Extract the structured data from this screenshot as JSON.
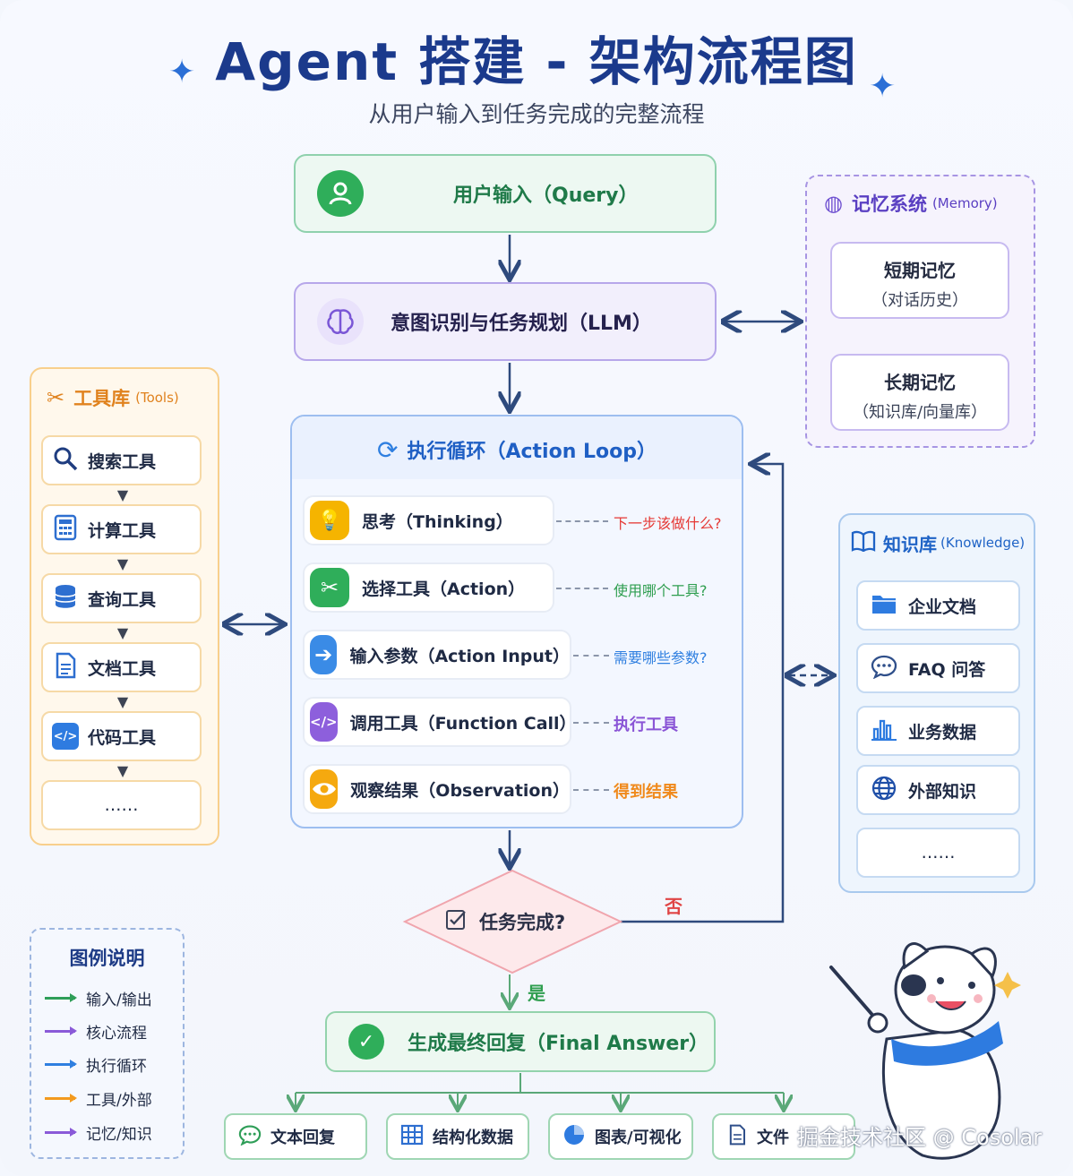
{
  "title": "Agent 搭建 - 架构流程图",
  "subtitle": "从用户输入到任务完成的完整流程",
  "user_input": {
    "label": "用户输入（Query）"
  },
  "intent": {
    "label": "意图识别与任务规划（LLM）"
  },
  "memory": {
    "title": "记忆系统",
    "title_en": "(Memory)",
    "short_term": {
      "title": "短期记忆",
      "desc": "（对话历史）"
    },
    "long_term": {
      "title": "长期记忆",
      "desc": "（知识库/向量库）"
    }
  },
  "tools": {
    "title": "工具库",
    "title_en": "(Tools)",
    "items": [
      "搜索工具",
      "计算工具",
      "查询工具",
      "文档工具",
      "代码工具",
      "……"
    ]
  },
  "loop": {
    "title": "执行循环（Action Loop）",
    "steps": [
      {
        "label": "思考（Thinking）",
        "note": "下一步该做什么?",
        "color": "#e53935",
        "icon_bg": "#f5b400"
      },
      {
        "label": "选择工具（Action）",
        "note": "使用哪个工具?",
        "color": "#2e9e4f",
        "icon_bg": "#2fae5a"
      },
      {
        "label": "输入参数（Action Input）",
        "note": "需要哪些参数?",
        "color": "#2f7fe0",
        "icon_bg": "#3a8be6"
      },
      {
        "label": "调用工具（Function Call）",
        "note": "执行工具",
        "color": "#8a55d6",
        "icon_bg": "#8d5fdc"
      },
      {
        "label": "观察结果（Observation）",
        "note": "得到结果",
        "color": "#f08a1c",
        "icon_bg": "#f5a90f"
      }
    ]
  },
  "knowledge": {
    "title": "知识库",
    "title_en": "(Knowledge)",
    "items": [
      "企业文档",
      "FAQ 问答",
      "业务数据",
      "外部知识",
      "……"
    ]
  },
  "decision": {
    "label": "任务完成?",
    "yes": "是",
    "no": "否"
  },
  "final": {
    "label": "生成最终回复（Final Answer）"
  },
  "outputs": [
    "文本回复",
    "结构化数据",
    "图表/可视化",
    "文件"
  ],
  "legend": {
    "title": "图例说明",
    "items": [
      {
        "label": "输入/输出",
        "color": "#2e9e58"
      },
      {
        "label": "核心流程",
        "color": "#8a5ad8"
      },
      {
        "label": "执行循环",
        "color": "#2f7fe0"
      },
      {
        "label": "工具/外部",
        "color": "#f39a1e"
      },
      {
        "label": "记忆/知识",
        "color": "#8a5ad8"
      }
    ]
  },
  "watermark": "掘金技术社区 @ Cosolar",
  "icons": {
    "user": "user-icon",
    "brain": "brain-icon",
    "tools": "wrench-icon",
    "loop": "refresh-icon",
    "knowledge": "book-icon",
    "check": "check-icon"
  }
}
